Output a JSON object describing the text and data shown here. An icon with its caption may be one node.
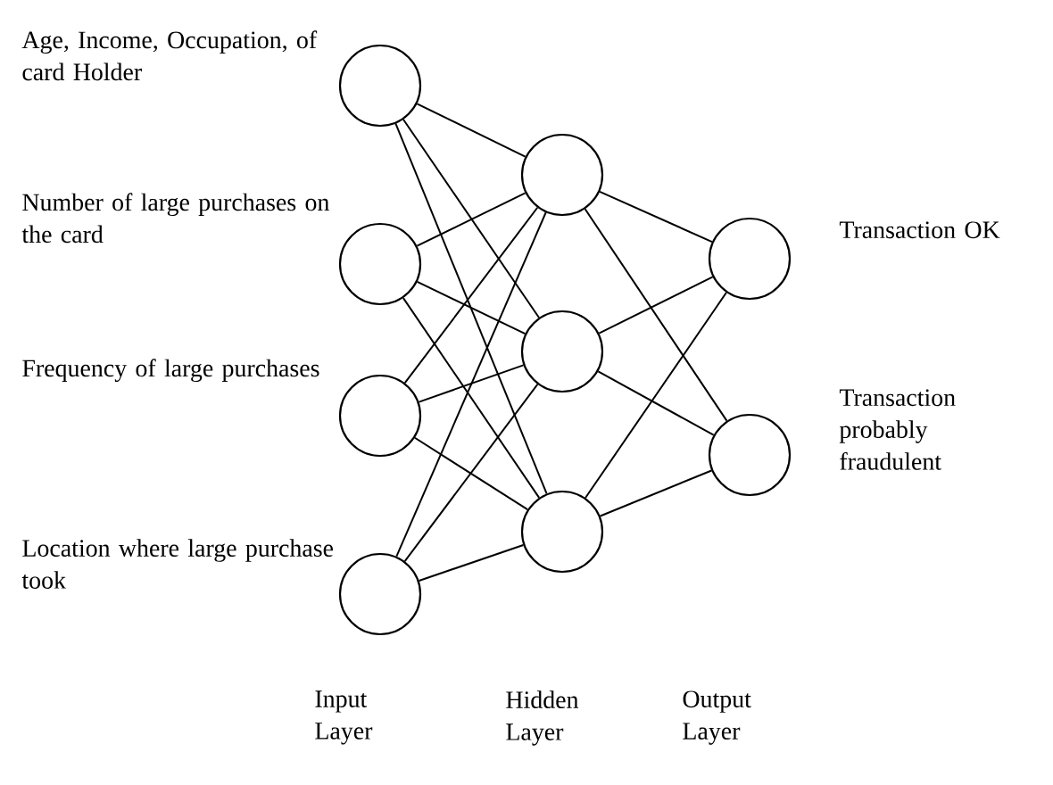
{
  "diagram": {
    "nodes": [
      {
        "text": [],
        "shape": "circle",
        "beside": [
          "Age, Income, Occupation, of card Holder"
        ]
      },
      {
        "text": [],
        "shape": "circle",
        "beside": [
          "Number of large purchases on the card"
        ]
      },
      {
        "text": [],
        "shape": "circle",
        "beside": [
          "Frequency of large purchases"
        ]
      },
      {
        "text": [],
        "shape": "circle",
        "beside": [
          "Location where large purchase took"
        ]
      },
      {
        "text": [],
        "shape": "circle"
      },
      {
        "text": [],
        "shape": "circle"
      },
      {
        "text": [],
        "shape": "circle"
      },
      {
        "text": [],
        "shape": "circle",
        "beside": [
          "Transaction OK"
        ]
      },
      {
        "text": [],
        "shape": "circle",
        "beside": [
          "Transaction probably fraudulent"
        ]
      }
    ],
    "edges": [
      {
        "from": 0,
        "to": 4,
        "arrow": "none"
      },
      {
        "from": 0,
        "to": 5,
        "arrow": "none"
      },
      {
        "from": 0,
        "to": 6,
        "arrow": "none"
      },
      {
        "from": 1,
        "to": 4,
        "arrow": "none"
      },
      {
        "from": 1,
        "to": 5,
        "arrow": "none"
      },
      {
        "from": 1,
        "to": 6,
        "arrow": "none"
      },
      {
        "from": 2,
        "to": 4,
        "arrow": "none"
      },
      {
        "from": 2,
        "to": 5,
        "arrow": "none"
      },
      {
        "from": 2,
        "to": 6,
        "arrow": "none"
      },
      {
        "from": 3,
        "to": 4,
        "arrow": "none"
      },
      {
        "from": 3,
        "to": 5,
        "arrow": "none"
      },
      {
        "from": 3,
        "to": 6,
        "arrow": "none"
      },
      {
        "from": 4,
        "to": 7,
        "arrow": "none"
      },
      {
        "from": 4,
        "to": 8,
        "arrow": "none"
      },
      {
        "from": 5,
        "to": 7,
        "arrow": "none"
      },
      {
        "from": 5,
        "to": 8,
        "arrow": "none"
      },
      {
        "from": 6,
        "to": 7,
        "arrow": "none"
      },
      {
        "from": 6,
        "to": 8,
        "arrow": "none"
      }
    ],
    "labels": [
      "Input Layer",
      "Hidden Layer",
      "Output Layer"
    ]
  }
}
